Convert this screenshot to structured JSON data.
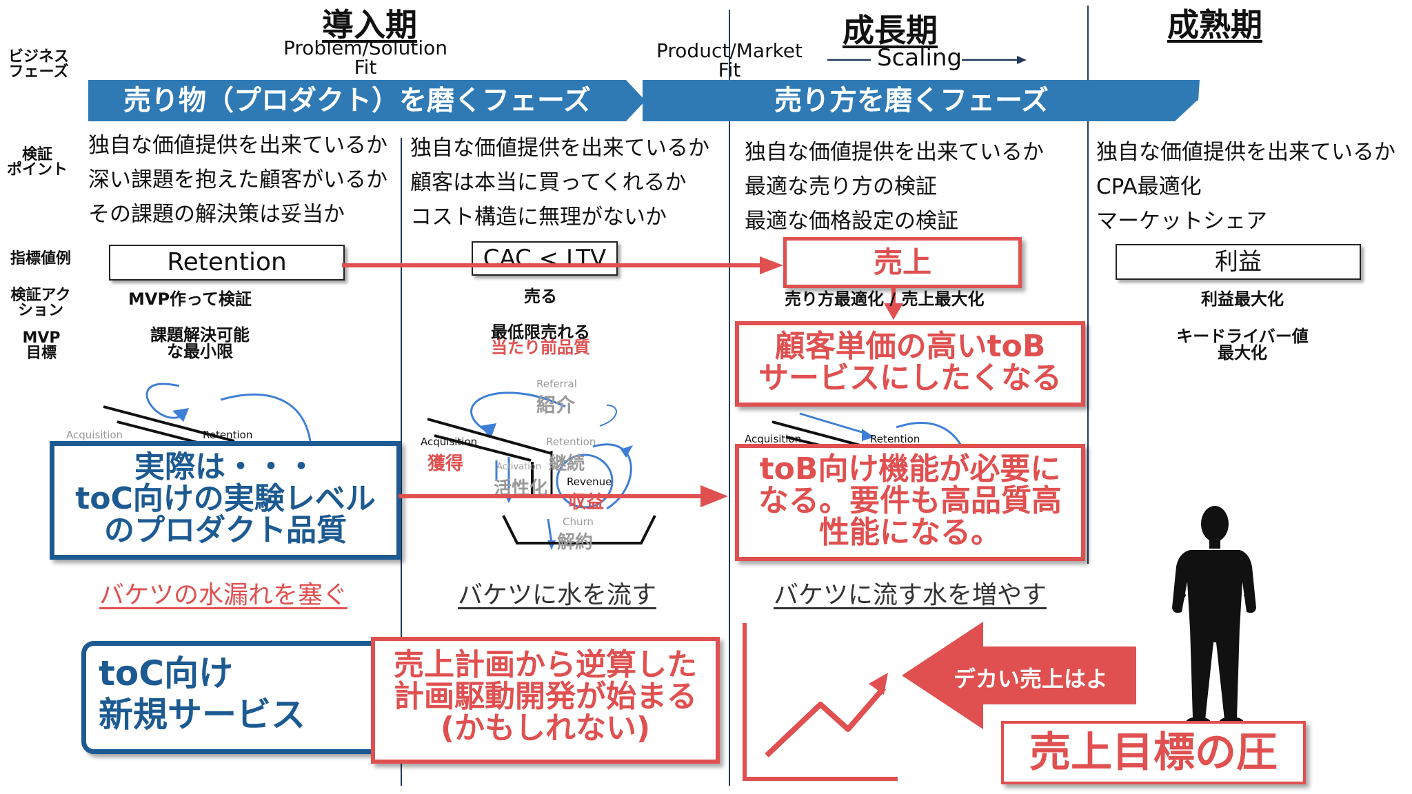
{
  "phases": {
    "intro": "導入期",
    "growth": "成長期",
    "mature": "成熟期"
  },
  "milestones": {
    "psf": "Problem/Solution\nFit",
    "pmf": "Product/Market\nFit",
    "scaling": "Scaling"
  },
  "row_labels": {
    "business_phase": "ビジネス\nフェーズ",
    "check_points": "検証\nポイント",
    "metric_example": "指標値例",
    "check_action": "検証アク\nション",
    "mvp_goal": "MVP\n目標"
  },
  "banners": {
    "product": "売り物（プロダクト）を磨くフェーズ",
    "sales": "売り方を磨くフェーズ"
  },
  "check_points": {
    "col1": [
      "独自な価値提供を出来ているか",
      "深い課題を抱えた顧客がいるか",
      "その課題の解決策は妥当か"
    ],
    "col2": [
      "独自な価値提供を出来ているか",
      "顧客は本当に買ってくれるか",
      "コスト構造に無理がないか"
    ],
    "col3": [
      "独自な価値提供を出来ているか",
      "最適な売り方の検証",
      "最適な価格設定の検証"
    ],
    "col4": [
      "独自な価値提供を出来ているか",
      "CPA最適化",
      "マーケットシェア"
    ]
  },
  "metrics": {
    "retention": "Retention",
    "cac_ltv": "CAC < LTV",
    "sales": "売上",
    "profit": "利益"
  },
  "actions": {
    "col1": "MVP作って検証",
    "col2": "売る",
    "col3": "売り方最適化 / 売上最大化",
    "col4": "利益最大化"
  },
  "mvp_goals": {
    "col1": "課題解決可能\nな最小限",
    "col2_a": "最低限売れる",
    "col2_b": "当たり前品質",
    "col4": "キードライバー値\n最大化"
  },
  "funnel": {
    "acquisition": "Acquisition",
    "acquisition_jp": "獲得",
    "activation": "Activation",
    "activation_jp": "活性化",
    "retention": "Retention",
    "retention_jp": "継続",
    "referral": "Referral",
    "referral_jp": "紹介",
    "revenue": "Revenue",
    "revenue_jp": "収益",
    "churn": "Churn",
    "churn_jp": "解約"
  },
  "callouts": {
    "reality": "実際は・・・\ntoC向けの実験レベル\nのプロダクト品質",
    "tob_price": "顧客単価の高いtoB\nサービスにしたくなる",
    "tob_features": "toB向け機能が必要に\nなる。要件も高品質高\n性能になる。",
    "toc_new": "toC向け\n新規サービス",
    "plan_driven": "売上計画から逆算した\n計画駆動開発が始まる\n(かもしれない)",
    "big_sales": "デカい売上はよ",
    "pressure": "売上目標の圧"
  },
  "bucket_captions": {
    "col1": "バケツの水漏れを塞ぐ",
    "col2": "バケツに水を流す",
    "col3": "バケツに流す水を増やす"
  },
  "colors": {
    "navy": "#223a5e",
    "banner_blue": "#2f7ab5",
    "callout_red": "#e05050",
    "callout_blue": "#1d5a92",
    "funnel_arrow": "#3f7ed6"
  }
}
